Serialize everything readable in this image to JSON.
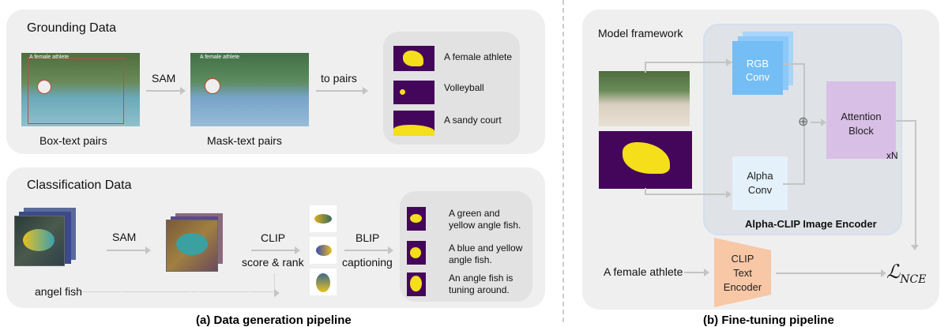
{
  "left": {
    "grounding": {
      "title": "Grounding Data",
      "box_label": "Box-text pairs",
      "mask_label": "Mask-text pairs",
      "sam": "SAM",
      "to_pairs": "to pairs",
      "photo_tag": "A female athlete",
      "pairs": [
        "A female athlete",
        "Volleyball",
        "A sandy court"
      ]
    },
    "classification": {
      "title": "Classification Data",
      "input_label": "angel fish",
      "sam": "SAM",
      "clip_line1": "CLIP",
      "clip_line2": "score & rank",
      "blip_line1": "BLIP",
      "blip_line2": "captioning",
      "captions": [
        [
          "A green and",
          "yellow angle fish."
        ],
        [
          "A blue and yellow",
          "angle fish."
        ],
        [
          "An angle fish is",
          "tuning around."
        ]
      ]
    },
    "caption": "(a) Data generation pipeline"
  },
  "right": {
    "title": "Model framework",
    "rgb_conv": [
      "RGB",
      "Conv"
    ],
    "alpha_conv": [
      "Alpha",
      "Conv"
    ],
    "attention": [
      "Attention",
      "Block"
    ],
    "repeat": "xN",
    "plus": "⊕",
    "encoder_label": "Alpha-CLIP Image Encoder",
    "text_input": "A female athlete",
    "text_encoder": [
      "CLIP",
      "Text",
      "Encoder"
    ],
    "loss": "ℒ",
    "loss_sub": "NCE",
    "caption": "(b) Fine-tuning pipeline"
  },
  "colors": {
    "rgb": "#75bdf5",
    "alpha": "#e4f1fb",
    "attention": "#d8bfe6",
    "text_encoder": "#f8c7a6",
    "mask_bg": "#44065a",
    "mask_fg": "#f5de1a"
  }
}
